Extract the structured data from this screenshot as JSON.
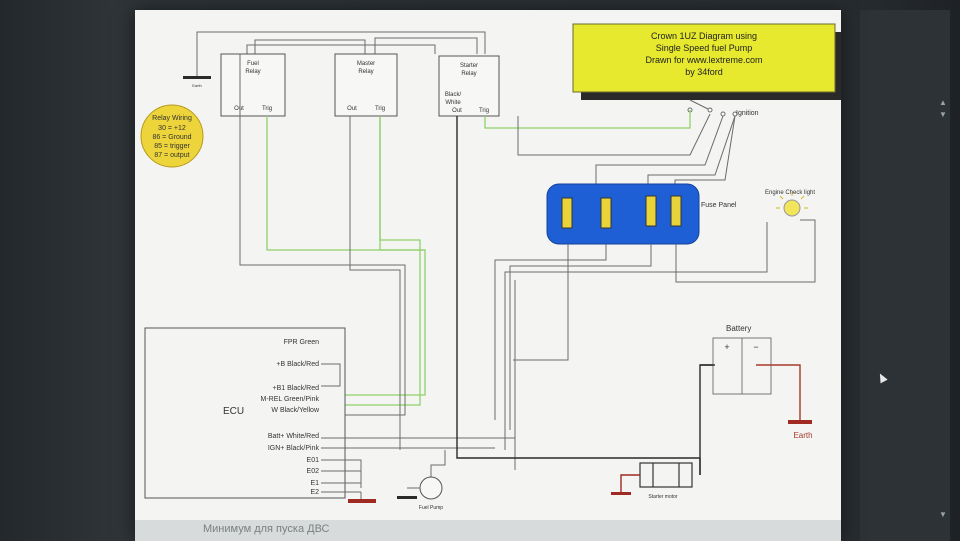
{
  "title_box": {
    "line1": "Crown 1UZ Diagram using",
    "line2": "Single Speed fuel Pump",
    "line3": "Drawn for www.lextreme.com",
    "line4": "by 34ford"
  },
  "relay_wiring": {
    "heading": "Relay Wiring",
    "line1": "30 = +12",
    "line2": "86 = Ground",
    "line3": "85 = trigger",
    "line4": "87 = output"
  },
  "relays": {
    "fuel": {
      "name_line1": "Fuel",
      "name_line2": "Relay",
      "out": "Out",
      "trig": "Trig"
    },
    "master": {
      "name_line1": "Master",
      "name_line2": "Relay",
      "out": "Out",
      "trig": "Trig"
    },
    "starter": {
      "name_line1": "Starter",
      "name_line2": "Relay",
      "extra_line1": "Black/",
      "extra_line2": "White",
      "out": "Out",
      "trig": "Trig"
    }
  },
  "labels": {
    "earth_small": "Earth",
    "ignition": "Ignition",
    "fuse_panel": "Fuse Panel",
    "engine_check_light": "Engine Check light",
    "battery": "Battery",
    "battery_plus": "+",
    "battery_minus": "−",
    "earth": "Earth",
    "ecu": "ECU",
    "starter_motor": "Starter motor",
    "fuel_pump": "Fuel Pump"
  },
  "ecu_pins": [
    "FPR Green",
    "+B Black/Red",
    "+B1 Black/Red",
    "M-REL Green/Pink",
    "W Black/Yellow",
    "Batt+ White/Red",
    "IGN+ Black/Pink",
    "E01",
    "E02",
    "E1",
    "E2"
  ],
  "caption": "Минимум для пуска ДВС",
  "colors": {
    "wire_gray": "#6b6b6b",
    "wire_green": "#8fd06a",
    "wire_black": "#2a2a2a",
    "wire_red": "#a33a2a",
    "wire_light": "#b8b8b8",
    "title_bg": "#e6e92e",
    "relay_note_bg": "#ecd43a",
    "fuse_panel_bg": "#1f5fd6",
    "fuse_color": "#e8d43a",
    "ground_red": "#9e2a22"
  }
}
